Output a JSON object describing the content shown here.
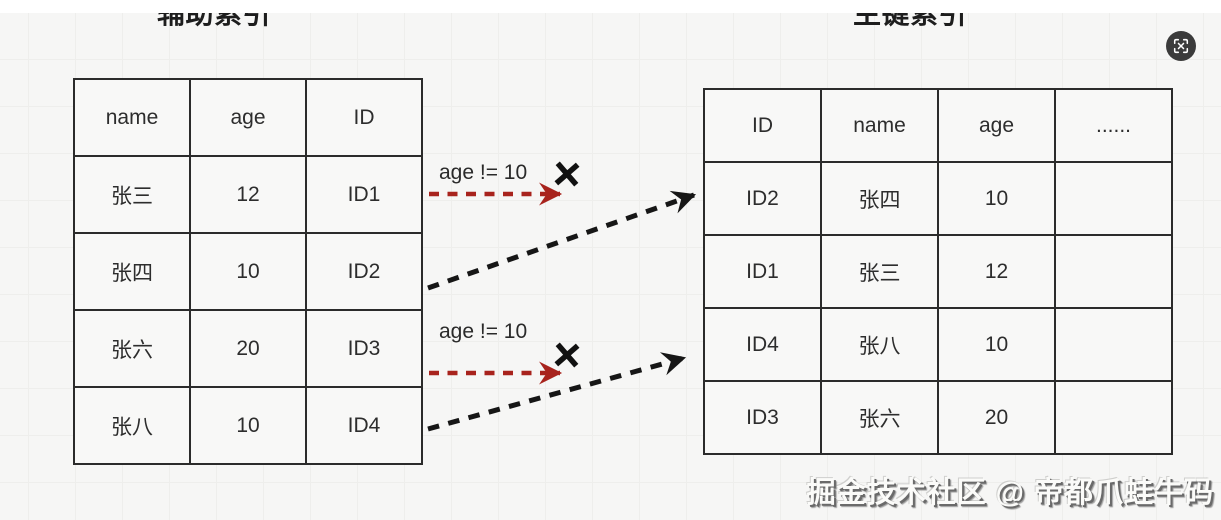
{
  "titles": {
    "secondary_index": "辅助索引",
    "primary_index": "主键索引"
  },
  "secondary_table": {
    "headers": [
      "name",
      "age",
      "ID"
    ],
    "rows": [
      [
        "张三",
        "12",
        "ID1"
      ],
      [
        "张四",
        "10",
        "ID2"
      ],
      [
        "张六",
        "20",
        "ID3"
      ],
      [
        "张八",
        "10",
        "ID4"
      ]
    ]
  },
  "primary_table": {
    "headers": [
      "ID",
      "name",
      "age",
      "......"
    ],
    "rows": [
      [
        "ID2",
        "张四",
        "10",
        ""
      ],
      [
        "ID1",
        "张三",
        "12",
        ""
      ],
      [
        "ID4",
        "张八",
        "10",
        ""
      ],
      [
        "ID3",
        "张六",
        "20",
        ""
      ]
    ]
  },
  "annotations": {
    "filter1": "age != 10",
    "filter2": "age != 10"
  },
  "icons": {
    "scan": "scan-fullscreen-icon",
    "cross": "cross-mark-icon"
  },
  "watermark": "掘金技术社区 @ 帝都爪蛙牛码",
  "colors": {
    "rejected_arrow_red": "#a8231d",
    "lookup_arrow_black": "#161616",
    "table_border": "#2b2b2b",
    "canvas_bg": "#f6f6f5",
    "grid_line": "#eeeeec",
    "icon_circle_bg": "#3b3b3b"
  }
}
